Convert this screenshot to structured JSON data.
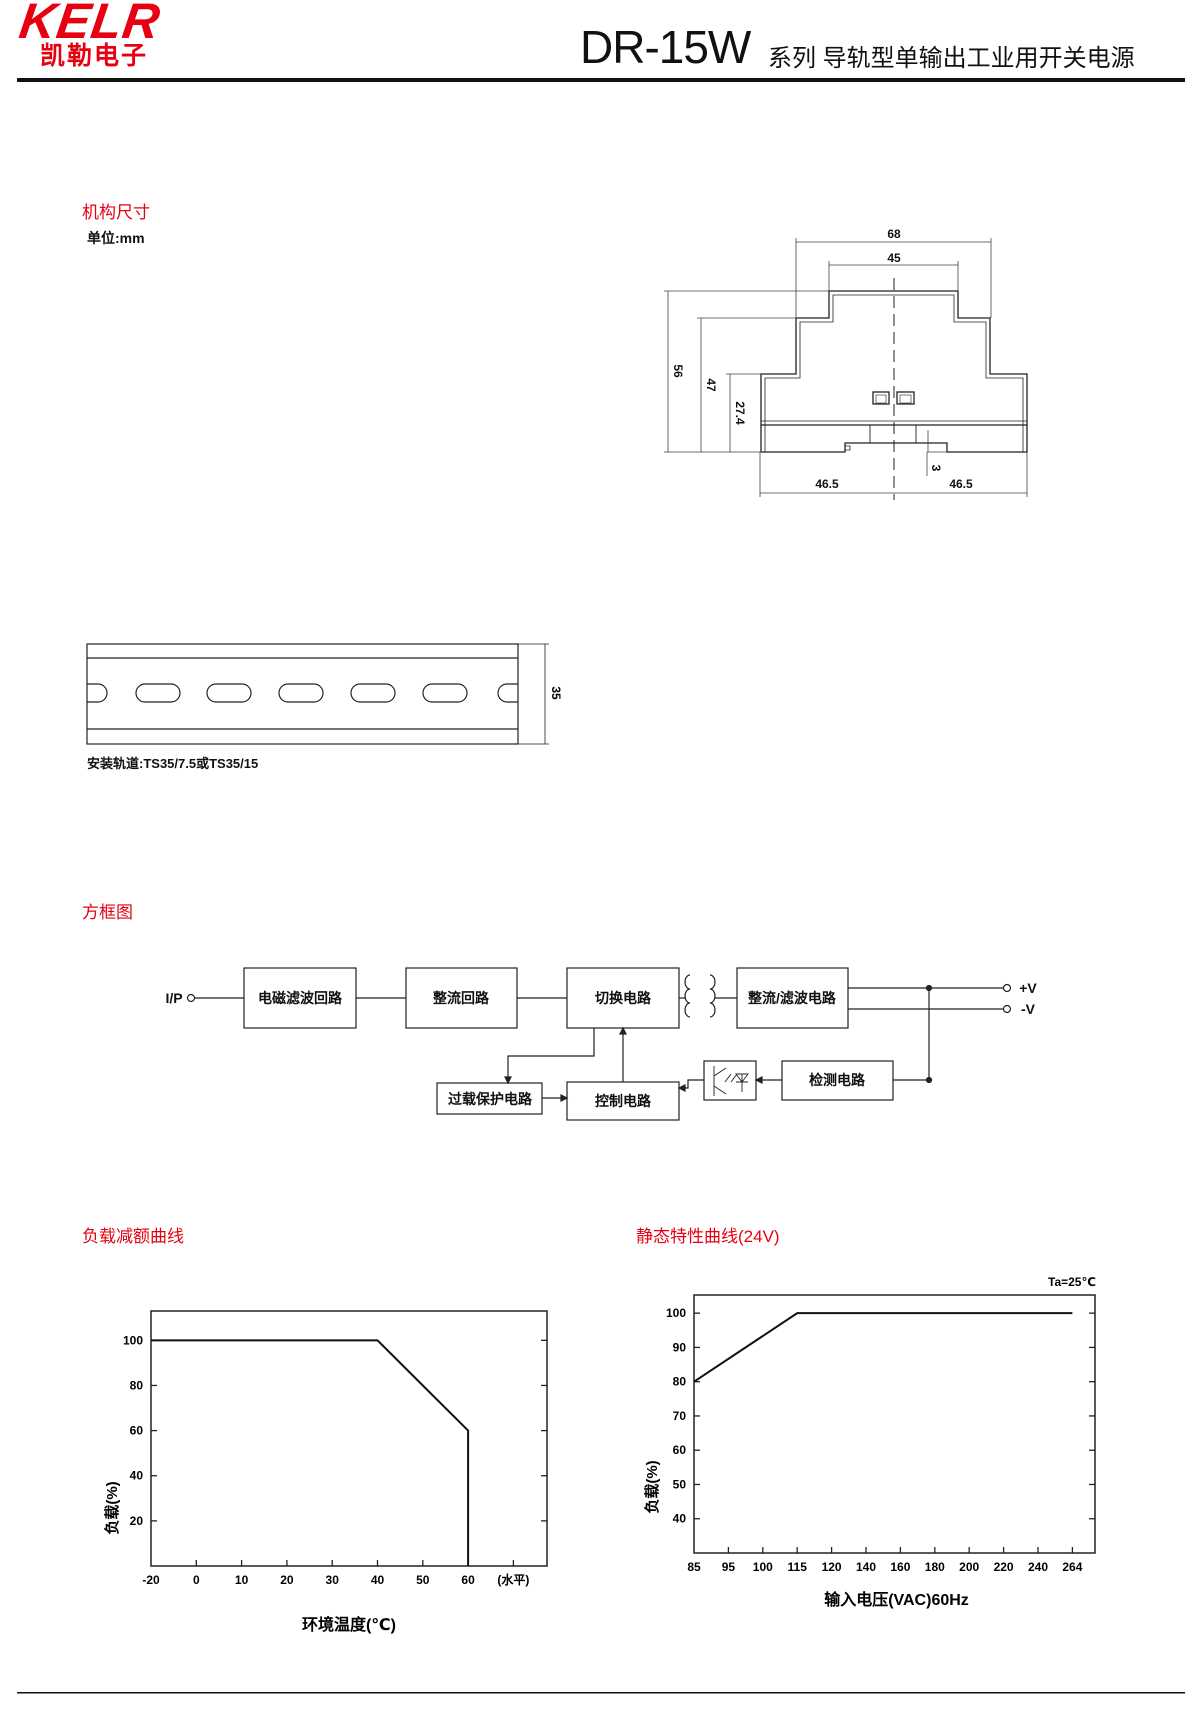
{
  "header": {
    "logo_en": "KELR",
    "logo_cn": "凯勒电子",
    "model": "DR-15W",
    "description": "系列 导轨型单输出工业用开关电源"
  },
  "colors": {
    "accent": "#e60012",
    "ink": "#111111"
  },
  "dimensions": {
    "title": "机构尺寸",
    "unit": "单位:mm",
    "width_total": "68",
    "width_top": "45",
    "height_total": "56",
    "height_mid": "47",
    "height_low": "27.4",
    "rail_offset": "3",
    "half_left": "46.5",
    "half_right": "46.5",
    "rail_height": "35",
    "rail_caption": "安装轨道:TS35/7.5或TS35/15"
  },
  "block_diagram": {
    "title": "方框图",
    "input": "I/P",
    "emi_filter": "电磁滤波回路",
    "rectifier": "整流回路",
    "switching": "切换电路",
    "rect_filter": "整流/滤波电路",
    "detection": "检测电路",
    "control": "控制电路",
    "overload": "过载保护电路",
    "out_pos": "+V",
    "out_neg": "-V"
  },
  "chart_data": [
    {
      "type": "line",
      "title": "负载减额曲线",
      "xlabel": "环境温度(℃)",
      "ylabel": "负载(%)",
      "x_ticks": [
        "-20",
        "0",
        "10",
        "20",
        "30",
        "40",
        "50",
        "60"
      ],
      "x_tick_values": [
        -20,
        0,
        10,
        20,
        30,
        40,
        50,
        60
      ],
      "x_extra_label": "(水平)",
      "y_ticks": [
        "20",
        "40",
        "60",
        "80",
        "100"
      ],
      "y_tick_values": [
        20,
        40,
        60,
        80,
        100
      ],
      "ylim": [
        0,
        113
      ],
      "series": [
        {
          "name": "load",
          "x": [
            -20,
            40,
            60,
            60
          ],
          "y": [
            100,
            100,
            60,
            0
          ]
        }
      ]
    },
    {
      "type": "line",
      "title": "静态特性曲线(24V)",
      "annotation": "Ta=25℃",
      "xlabel": "输入电压(VAC)60Hz",
      "ylabel": "负载(%)",
      "x_ticks": [
        "85",
        "95",
        "100",
        "115",
        "120",
        "140",
        "160",
        "180",
        "200",
        "220",
        "240",
        "264"
      ],
      "x_tick_values": [
        85,
        95,
        100,
        115,
        120,
        140,
        160,
        180,
        200,
        220,
        240,
        264
      ],
      "y_ticks": [
        "40",
        "50",
        "60",
        "70",
        "80",
        "90",
        "100"
      ],
      "y_tick_values": [
        40,
        50,
        60,
        70,
        80,
        90,
        100
      ],
      "ylim": [
        30,
        105.3
      ],
      "series": [
        {
          "name": "load",
          "x": [
            85,
            115,
            264
          ],
          "y": [
            80,
            100,
            100
          ]
        }
      ]
    }
  ]
}
